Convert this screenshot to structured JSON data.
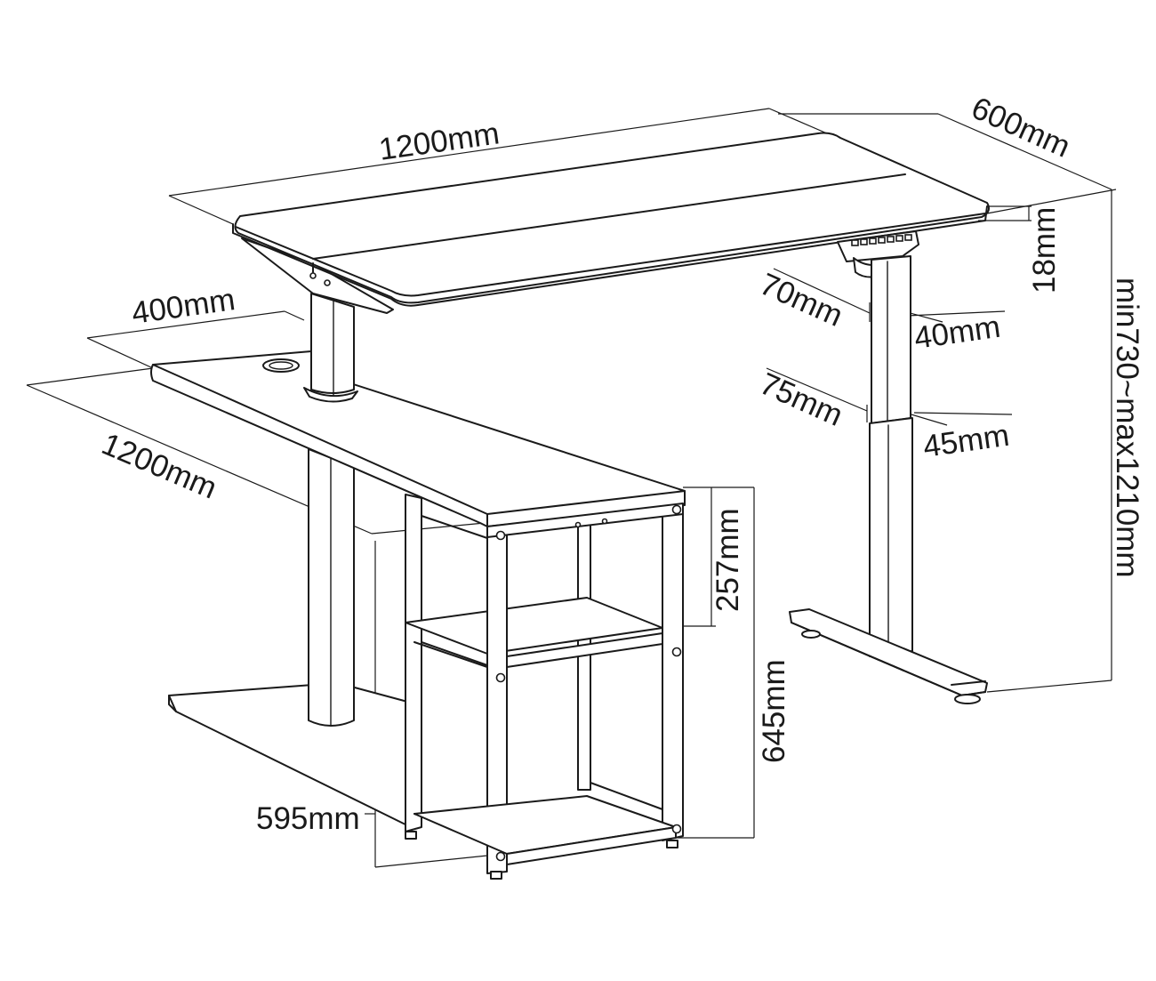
{
  "dimensions": {
    "top_desk_width": "1200mm",
    "top_desk_depth": "600mm",
    "top_thickness": "18mm",
    "height_range": "min730~max1210mm",
    "outer_column_depth": "70mm",
    "outer_column_width": "40mm",
    "inner_column_depth": "75mm",
    "inner_column_width": "45mm",
    "return_desk_depth": "400mm",
    "return_desk_length": "1200mm",
    "shelf_upper_height": "257mm",
    "shelf_total_height": "645mm",
    "shelf_width": "595mm"
  }
}
